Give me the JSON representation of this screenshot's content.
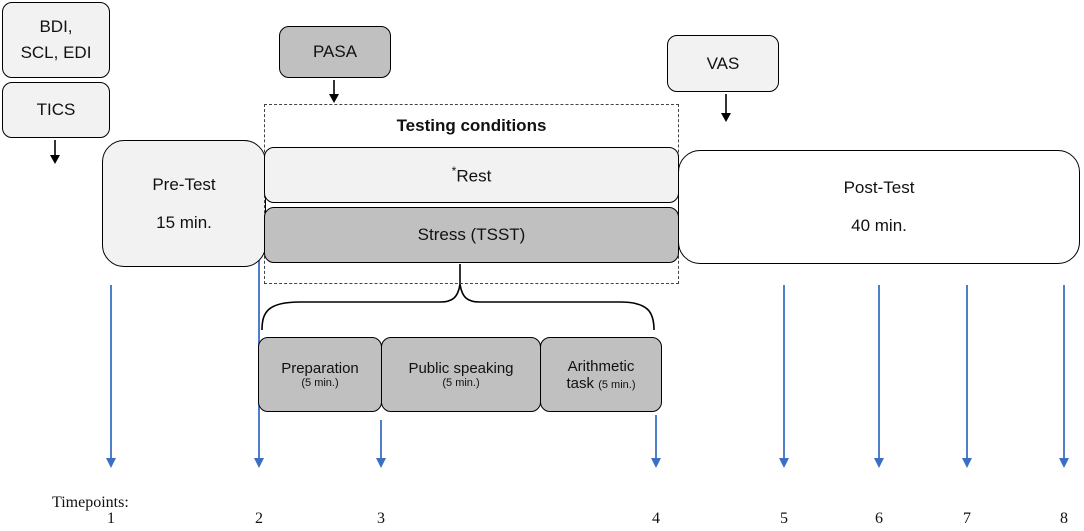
{
  "questionnaires": {
    "top_line1": "BDI,",
    "top_line2": "SCL, EDI",
    "tics": "TICS",
    "pasa": "PASA",
    "vas": "VAS"
  },
  "pretest": {
    "title": "Pre-Test",
    "duration": "15 min."
  },
  "testing": {
    "title": "Testing conditions",
    "rest_mark": "*",
    "rest": "Rest",
    "stress": "Stress (TSST)"
  },
  "tsst_phases": [
    {
      "label": "Preparation",
      "duration": "(5 min.)"
    },
    {
      "label": "Public speaking",
      "duration": "(5 min.)"
    },
    {
      "label_line1": "Arithmetic",
      "label_line2": "task",
      "duration": "(5 min.)"
    }
  ],
  "posttest": {
    "title": "Post-Test",
    "duration": "40 min."
  },
  "timepoints": {
    "label": "Timepoints:",
    "numbers": [
      "1",
      "2",
      "3",
      "4",
      "5",
      "6",
      "7",
      "8"
    ]
  },
  "colors": {
    "arrow_blue": "#3a6fc4",
    "box_dark": "#c0c0c0",
    "box_light": "#f2f2f2"
  }
}
